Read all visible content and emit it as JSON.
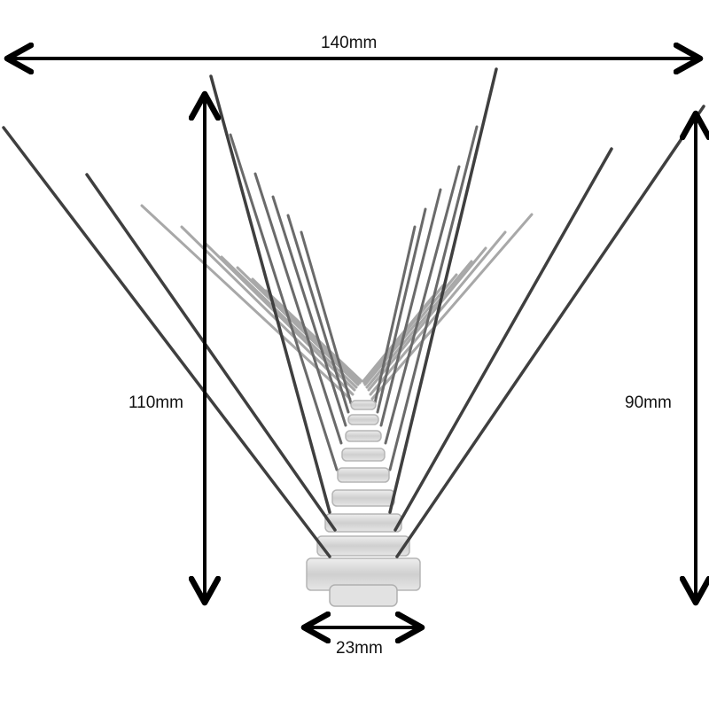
{
  "image": {
    "subject": "Bird spike strip dimensions",
    "colors": {
      "background": "#ffffff",
      "arrow": "#000000",
      "spike_dark": "#3a3a3a",
      "spike_light": "#9a9a9a",
      "base": "#d6d6d6",
      "label": "#111111"
    }
  },
  "dimensions": {
    "overall_width": "140mm",
    "overall_height": "110mm",
    "spike_height": "90mm",
    "base_width": "23mm"
  }
}
